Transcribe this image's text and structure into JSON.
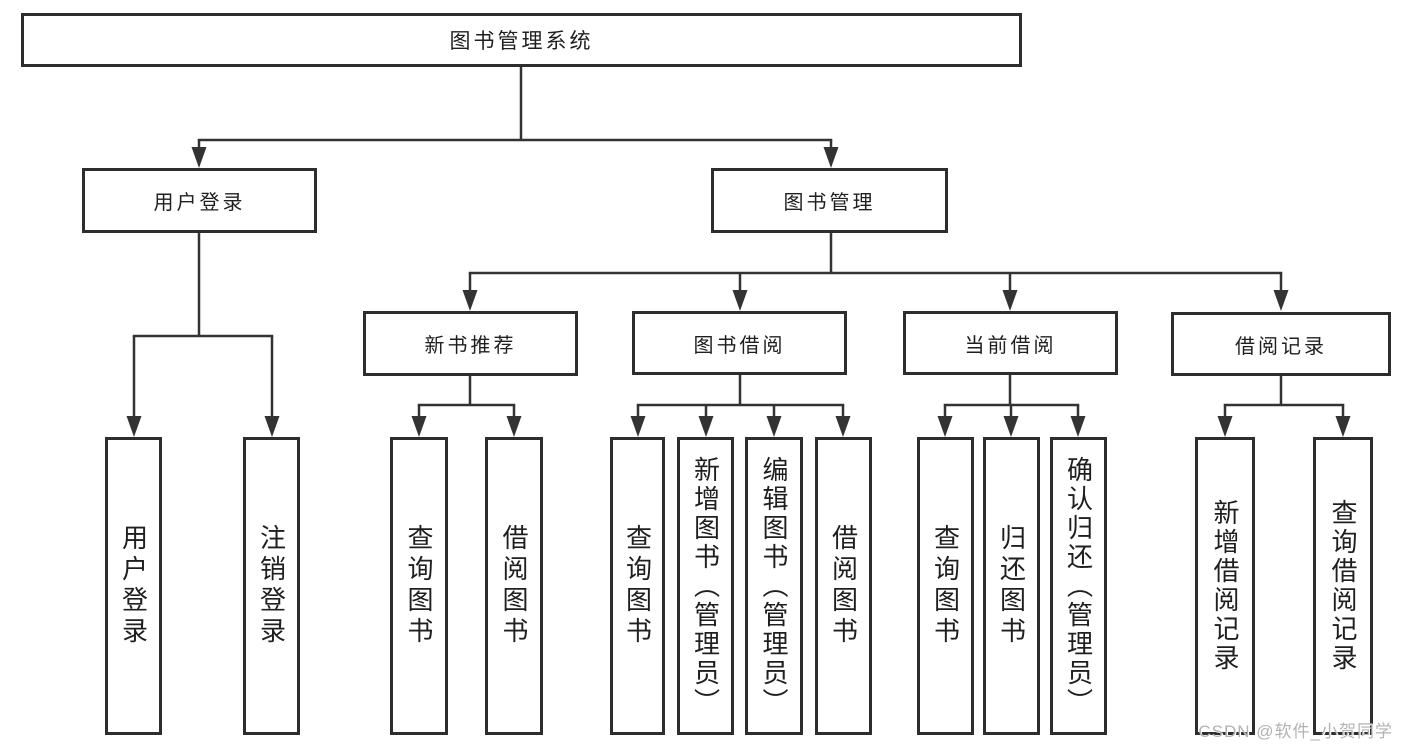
{
  "nodes": {
    "root": {
      "label": "图书管理系统"
    },
    "user_login": {
      "label": "用户登录"
    },
    "book_mgmt": {
      "label": "图书管理"
    },
    "new_book_rec": {
      "label": "新书推荐"
    },
    "book_borrow": {
      "label": "图书借阅"
    },
    "current_borrow": {
      "label": "当前借阅"
    },
    "borrow_record": {
      "label": "借阅记录"
    },
    "leaf_user_login": {
      "label": "用户登录"
    },
    "leaf_logout": {
      "label": "注销登录"
    },
    "leaf_nb_query": {
      "label": "查询图书"
    },
    "leaf_nb_borrow": {
      "label": "借阅图书"
    },
    "leaf_bb_query": {
      "label": "查询图书"
    },
    "leaf_bb_add": {
      "label": "新增图书（管理员）"
    },
    "leaf_bb_edit": {
      "label": "编辑图书（管理员）"
    },
    "leaf_bb_borrow": {
      "label": "借阅图书"
    },
    "leaf_cb_query": {
      "label": "查询图书"
    },
    "leaf_cb_return": {
      "label": "归还图书"
    },
    "leaf_cb_confirm": {
      "label": "确认归还（管理员）"
    },
    "leaf_br_add": {
      "label": "新增借阅记录"
    },
    "leaf_br_query": {
      "label": "查询借阅记录"
    }
  },
  "hierarchy": {
    "图书管理系统": {
      "用户登录": [
        "用户登录",
        "注销登录"
      ],
      "图书管理": {
        "新书推荐": [
          "查询图书",
          "借阅图书"
        ],
        "图书借阅": [
          "查询图书",
          "新增图书（管理员）",
          "编辑图书（管理员）",
          "借阅图书"
        ],
        "当前借阅": [
          "查询图书",
          "归还图书",
          "确认归还（管理员）"
        ],
        "借阅记录": [
          "新增借阅记录",
          "查询借阅记录"
        ]
      }
    }
  },
  "watermark": {
    "text": "CSDN @软件_小贺同学"
  },
  "colors": {
    "line": "#333333",
    "box_border": "#2d2d2d",
    "text": "#1f1f1f",
    "watermark": "#b3b3b3",
    "background": "#ffffff"
  }
}
